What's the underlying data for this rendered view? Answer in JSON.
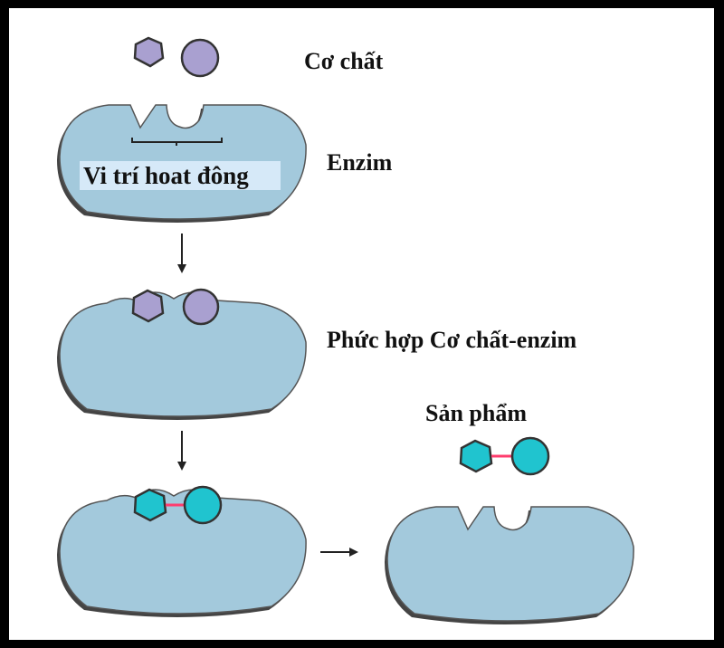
{
  "labels": {
    "substrate": "Cơ chất",
    "enzyme": "Enzim",
    "active_site": "Vi trí hoat đông",
    "complex": "Phức hợp Cơ chất-enzim",
    "product": "Sản phẩm"
  },
  "colors": {
    "enzyme_fill": "#a3c9dc",
    "substrate_fill": "#a9a0d0",
    "product_fill": "#20c4cf",
    "bond": "#ff3d6e",
    "outline": "#333333",
    "label_box": "#d6e9f8"
  },
  "icons": {
    "arrow_down": "arrow-down-icon",
    "arrow_right": "arrow-right-icon"
  }
}
